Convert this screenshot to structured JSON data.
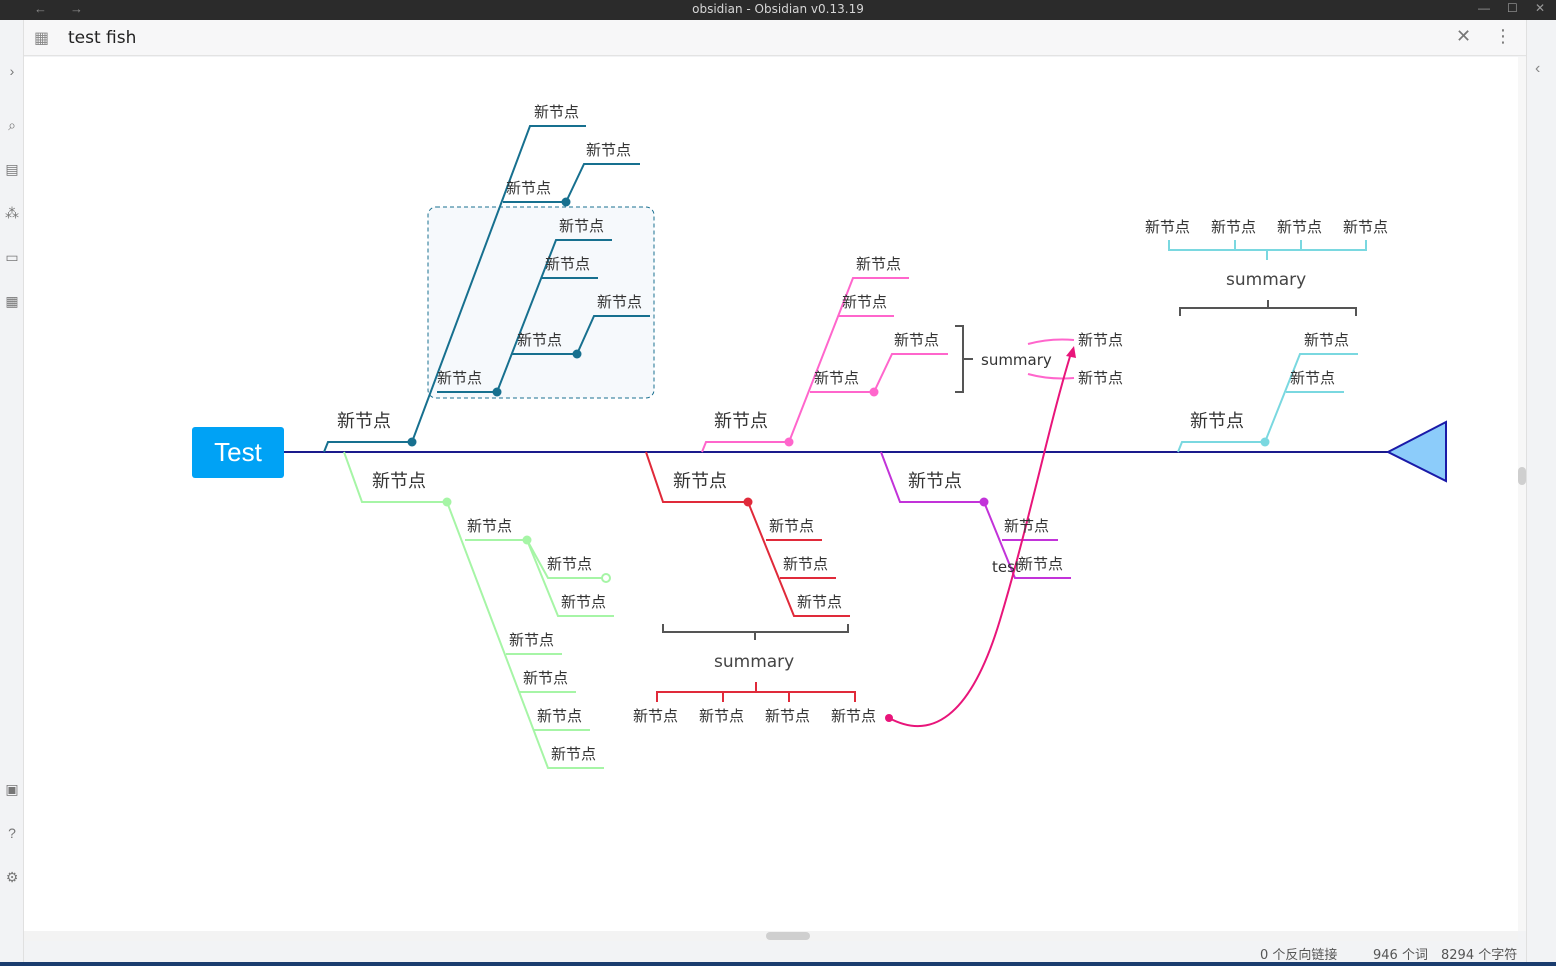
{
  "window": {
    "title": "obsidian - Obsidian v0.13.19",
    "back_icon": "arrow-left-icon",
    "forward_icon": "arrow-right-icon"
  },
  "tab": {
    "title": "test fish",
    "view_icon": "mindmap-icon"
  },
  "mindmap": {
    "root": "Test",
    "node_label": "新节点",
    "summary_label": "summary",
    "test_label": "test",
    "colors": {
      "spine": "#1a1a8c",
      "blue": "#17708f",
      "green": "#a6f5a6",
      "red": "#e02a3a",
      "pink": "#ff66cc",
      "purple": "#c233d9",
      "cyan": "#7ad8e0",
      "arrow": "#e8157a",
      "root": "#00a2f5",
      "tail": "#8cccfa"
    }
  },
  "status": {
    "backlinks": "0 个反向链接",
    "words": "946 个词",
    "chars": "8294 个字符"
  }
}
